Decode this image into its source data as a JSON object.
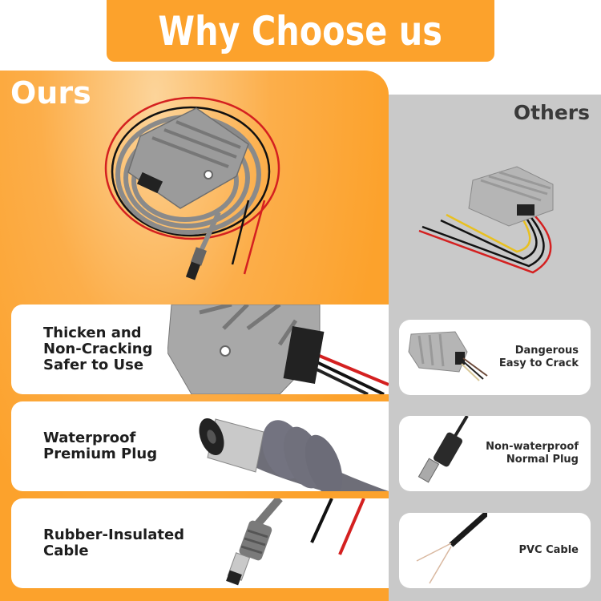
{
  "header": {
    "title": "Why Choose us"
  },
  "ours": {
    "label": "Ours",
    "features": [
      {
        "lines": [
          "Thicken and",
          "Non-Cracking",
          "Safer to Use"
        ],
        "image": "heatsink-converter-closeup"
      },
      {
        "lines": [
          "Waterproof",
          "Premium Plug"
        ],
        "image": "waterproof-dc-plug"
      },
      {
        "lines": [
          "Rubber-Insulated",
          "Cable"
        ],
        "image": "rubber-cable-with-plug"
      }
    ]
  },
  "others": {
    "label": "Others",
    "features": [
      {
        "lines": [
          "Dangerous",
          "Easy to Crack"
        ],
        "image": "generic-converter"
      },
      {
        "lines": [
          "Non-waterproof",
          "Normal Plug"
        ],
        "image": "generic-dc-plug"
      },
      {
        "lines": [
          "PVC Cable"
        ],
        "image": "pvc-cable"
      }
    ]
  },
  "colors": {
    "accent": "#fca22c",
    "others_bg": "#c9c9c9",
    "card_bg": "#ffffff",
    "text_dark": "#1e1e1e",
    "wire_red": "#e02020",
    "wire_black": "#111111",
    "wire_yellow": "#e8c020"
  }
}
